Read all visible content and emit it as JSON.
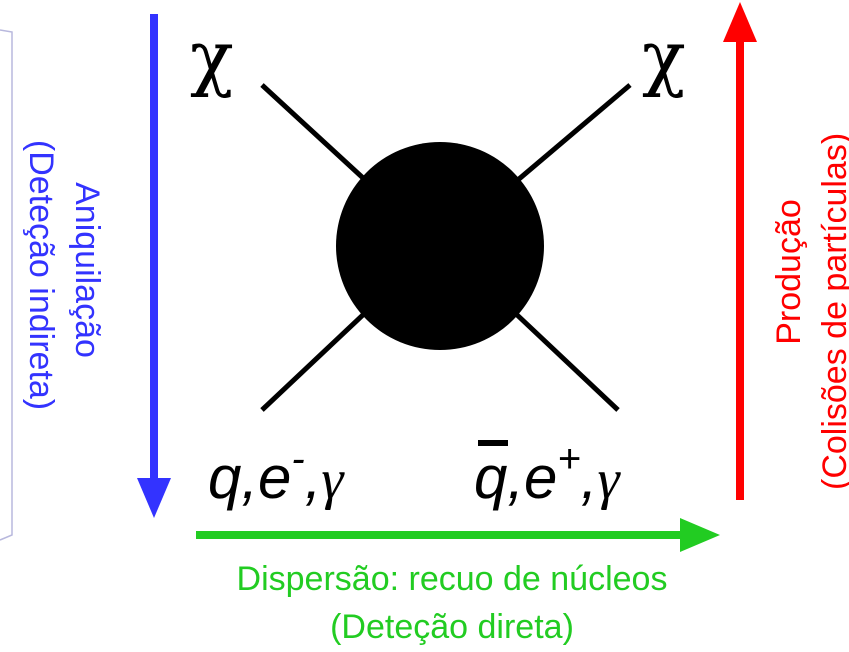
{
  "particles": {
    "chi_left": "χ",
    "chi_right": "χ",
    "bottom_left": {
      "q": "q,e",
      "sup": "-",
      "tail": ",",
      "gamma": "γ"
    },
    "bottom_right": {
      "q": "q,e",
      "sup": "+",
      "tail": ",",
      "gamma": "γ"
    }
  },
  "labels": {
    "annihilation": "Aniquilação",
    "annihilation_sub": "(Deteção indireta)",
    "production": "Produção",
    "production_sub": "(Colisões de partículas)",
    "scattering": "Dispersão: recuo de núcleos",
    "scattering_sub": "(Deteção direta)"
  },
  "colors": {
    "annihilation": "#3333ff",
    "production": "#ff0000",
    "scattering": "#22cc22",
    "vertex": "#000000",
    "frame": "#aaaadd"
  }
}
